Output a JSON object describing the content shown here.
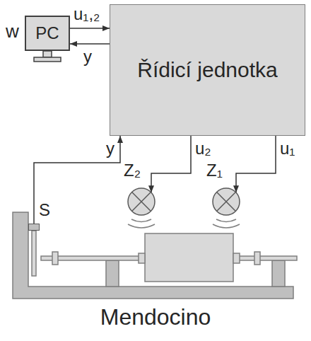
{
  "diagram": {
    "nodes": [
      {
        "text": [
          "PC"
        ]
      },
      {
        "text": [
          "Řídicí jednotka"
        ]
      },
      {
        "text": [
          "Z₂"
        ]
      },
      {
        "text": [
          "Z₁"
        ]
      },
      {
        "text": [
          "S"
        ]
      }
    ],
    "edges": [
      {
        "from": 0,
        "to": 1,
        "arrow": "to",
        "label": "u₁,₂"
      },
      {
        "from": 1,
        "to": 0,
        "arrow": "to",
        "label": "y"
      },
      {
        "from": 4,
        "to": 1,
        "arrow": "to",
        "label": "y"
      },
      {
        "from": 1,
        "to": 2,
        "arrow": "to",
        "label": "u₂"
      },
      {
        "from": 1,
        "to": 3,
        "arrow": "to",
        "label": "u₁"
      }
    ],
    "labels": [
      "w",
      "Mendocino"
    ]
  }
}
